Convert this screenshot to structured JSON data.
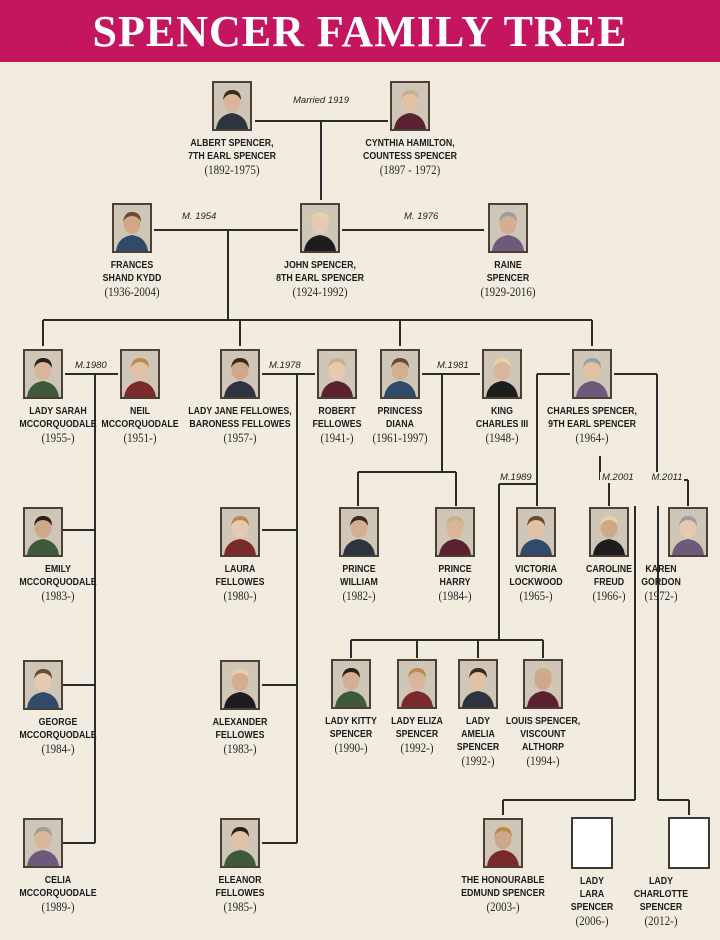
{
  "title": "SPENCER FAMILY TREE",
  "colors": {
    "banner": "#c3165f",
    "background": "#f1ebe0",
    "line": "#2b2b2b"
  },
  "people": [
    {
      "id": "albert",
      "name": [
        "ALBERT SPENCER,",
        "7TH EARL SPENCER"
      ],
      "dates": "(1892-1975)"
    },
    {
      "id": "cynthia",
      "name": [
        "CYNTHIA HAMILTON,",
        "COUNTESS SPENCER"
      ],
      "dates": "(1897 - 1972)"
    },
    {
      "id": "frances",
      "name": [
        "FRANCES",
        "SHAND KYDD"
      ],
      "dates": "(1936-2004)"
    },
    {
      "id": "john",
      "name": [
        "JOHN SPENCER,",
        "8TH EARL SPENCER"
      ],
      "dates": "(1924-1992)"
    },
    {
      "id": "raine",
      "name": [
        "RAINE",
        "SPENCER"
      ],
      "dates": "(1929-2016)"
    },
    {
      "id": "sarah",
      "name": [
        "LADY SARAH",
        "MCCORQUODALE"
      ],
      "dates": "(1955-)"
    },
    {
      "id": "neil",
      "name": [
        "NEIL",
        "MCCORQUODALE"
      ],
      "dates": "(1951-)"
    },
    {
      "id": "jane",
      "name": [
        "LADY JANE FELLOWES,",
        "BARONESS FELLOWES"
      ],
      "dates": "(1957-)"
    },
    {
      "id": "robert",
      "name": [
        "ROBERT",
        "FELLOWES"
      ],
      "dates": "(1941-)"
    },
    {
      "id": "diana",
      "name": [
        "PRINCESS",
        "DIANA"
      ],
      "dates": "(1961-1997)"
    },
    {
      "id": "charles3",
      "name": [
        "KING",
        "CHARLES III"
      ],
      "dates": "(1948-)"
    },
    {
      "id": "charlesS",
      "name": [
        "CHARLES SPENCER,",
        "9TH EARL SPENCER"
      ],
      "dates": "(1964-)"
    },
    {
      "id": "emily",
      "name": [
        "EMILY",
        "MCCORQUODALE"
      ],
      "dates": "(1983-)"
    },
    {
      "id": "laura",
      "name": [
        "LAURA",
        "FELLOWES"
      ],
      "dates": "(1980-)"
    },
    {
      "id": "william",
      "name": [
        "PRINCE",
        "WILLIAM"
      ],
      "dates": "(1982-)"
    },
    {
      "id": "harry",
      "name": [
        "PRINCE",
        "HARRY"
      ],
      "dates": "(1984-)"
    },
    {
      "id": "victoria",
      "name": [
        "VICTORIA",
        "LOCKWOOD"
      ],
      "dates": "(1965-)"
    },
    {
      "id": "caroline",
      "name": [
        "CAROLINE",
        "FREUD"
      ],
      "dates": "(1966-)"
    },
    {
      "id": "karen",
      "name": [
        "KAREN",
        "GORDON"
      ],
      "dates": "(1972-)"
    },
    {
      "id": "kitty",
      "name": [
        "LADY KITTY",
        "SPENCER"
      ],
      "dates": "(1990-)"
    },
    {
      "id": "eliza",
      "name": [
        "LADY ELIZA",
        "SPENCER"
      ],
      "dates": "(1992-)"
    },
    {
      "id": "amelia",
      "name": [
        "LADY",
        "AMELIA",
        "SPENCER"
      ],
      "dates": "(1992-)"
    },
    {
      "id": "louis",
      "name": [
        "LOUIS SPENCER,",
        "VISCOUNT",
        "ALTHORP"
      ],
      "dates": "(1994-)"
    },
    {
      "id": "george",
      "name": [
        "GEORGE",
        "MCCORQUODALE"
      ],
      "dates": "(1984-)"
    },
    {
      "id": "alexander",
      "name": [
        "ALEXANDER",
        "FELLOWES"
      ],
      "dates": "(1983-)"
    },
    {
      "id": "celia",
      "name": [
        "CELIA",
        "MCCORQUODALE"
      ],
      "dates": "(1989-)"
    },
    {
      "id": "eleanor",
      "name": [
        "ELEANOR",
        "FELLOWES"
      ],
      "dates": "(1985-)"
    },
    {
      "id": "edmund",
      "name": [
        "THE HONOURABLE",
        "EDMUND SPENCER"
      ],
      "dates": "(2003-)"
    },
    {
      "id": "lara",
      "name": [
        "LADY",
        "LARA",
        "SPENCER"
      ],
      "dates": "(2006-)"
    },
    {
      "id": "charlotte",
      "name": [
        "LADY",
        "CHARLOTTE",
        "SPENCER"
      ],
      "dates": "(2012-)"
    }
  ],
  "marriages": [
    {
      "id": "m1919",
      "label": "Married 1919"
    },
    {
      "id": "m1954",
      "label": "M. 1954"
    },
    {
      "id": "m1976",
      "label": "M. 1976"
    },
    {
      "id": "m1980",
      "label": "M.1980"
    },
    {
      "id": "m1978",
      "label": "M.1978"
    },
    {
      "id": "m1981",
      "label": "M.1981"
    },
    {
      "id": "m1989",
      "label": "M.1989"
    },
    {
      "id": "m2001",
      "label": "M.2001"
    },
    {
      "id": "m2011",
      "label": "M.2011"
    }
  ]
}
